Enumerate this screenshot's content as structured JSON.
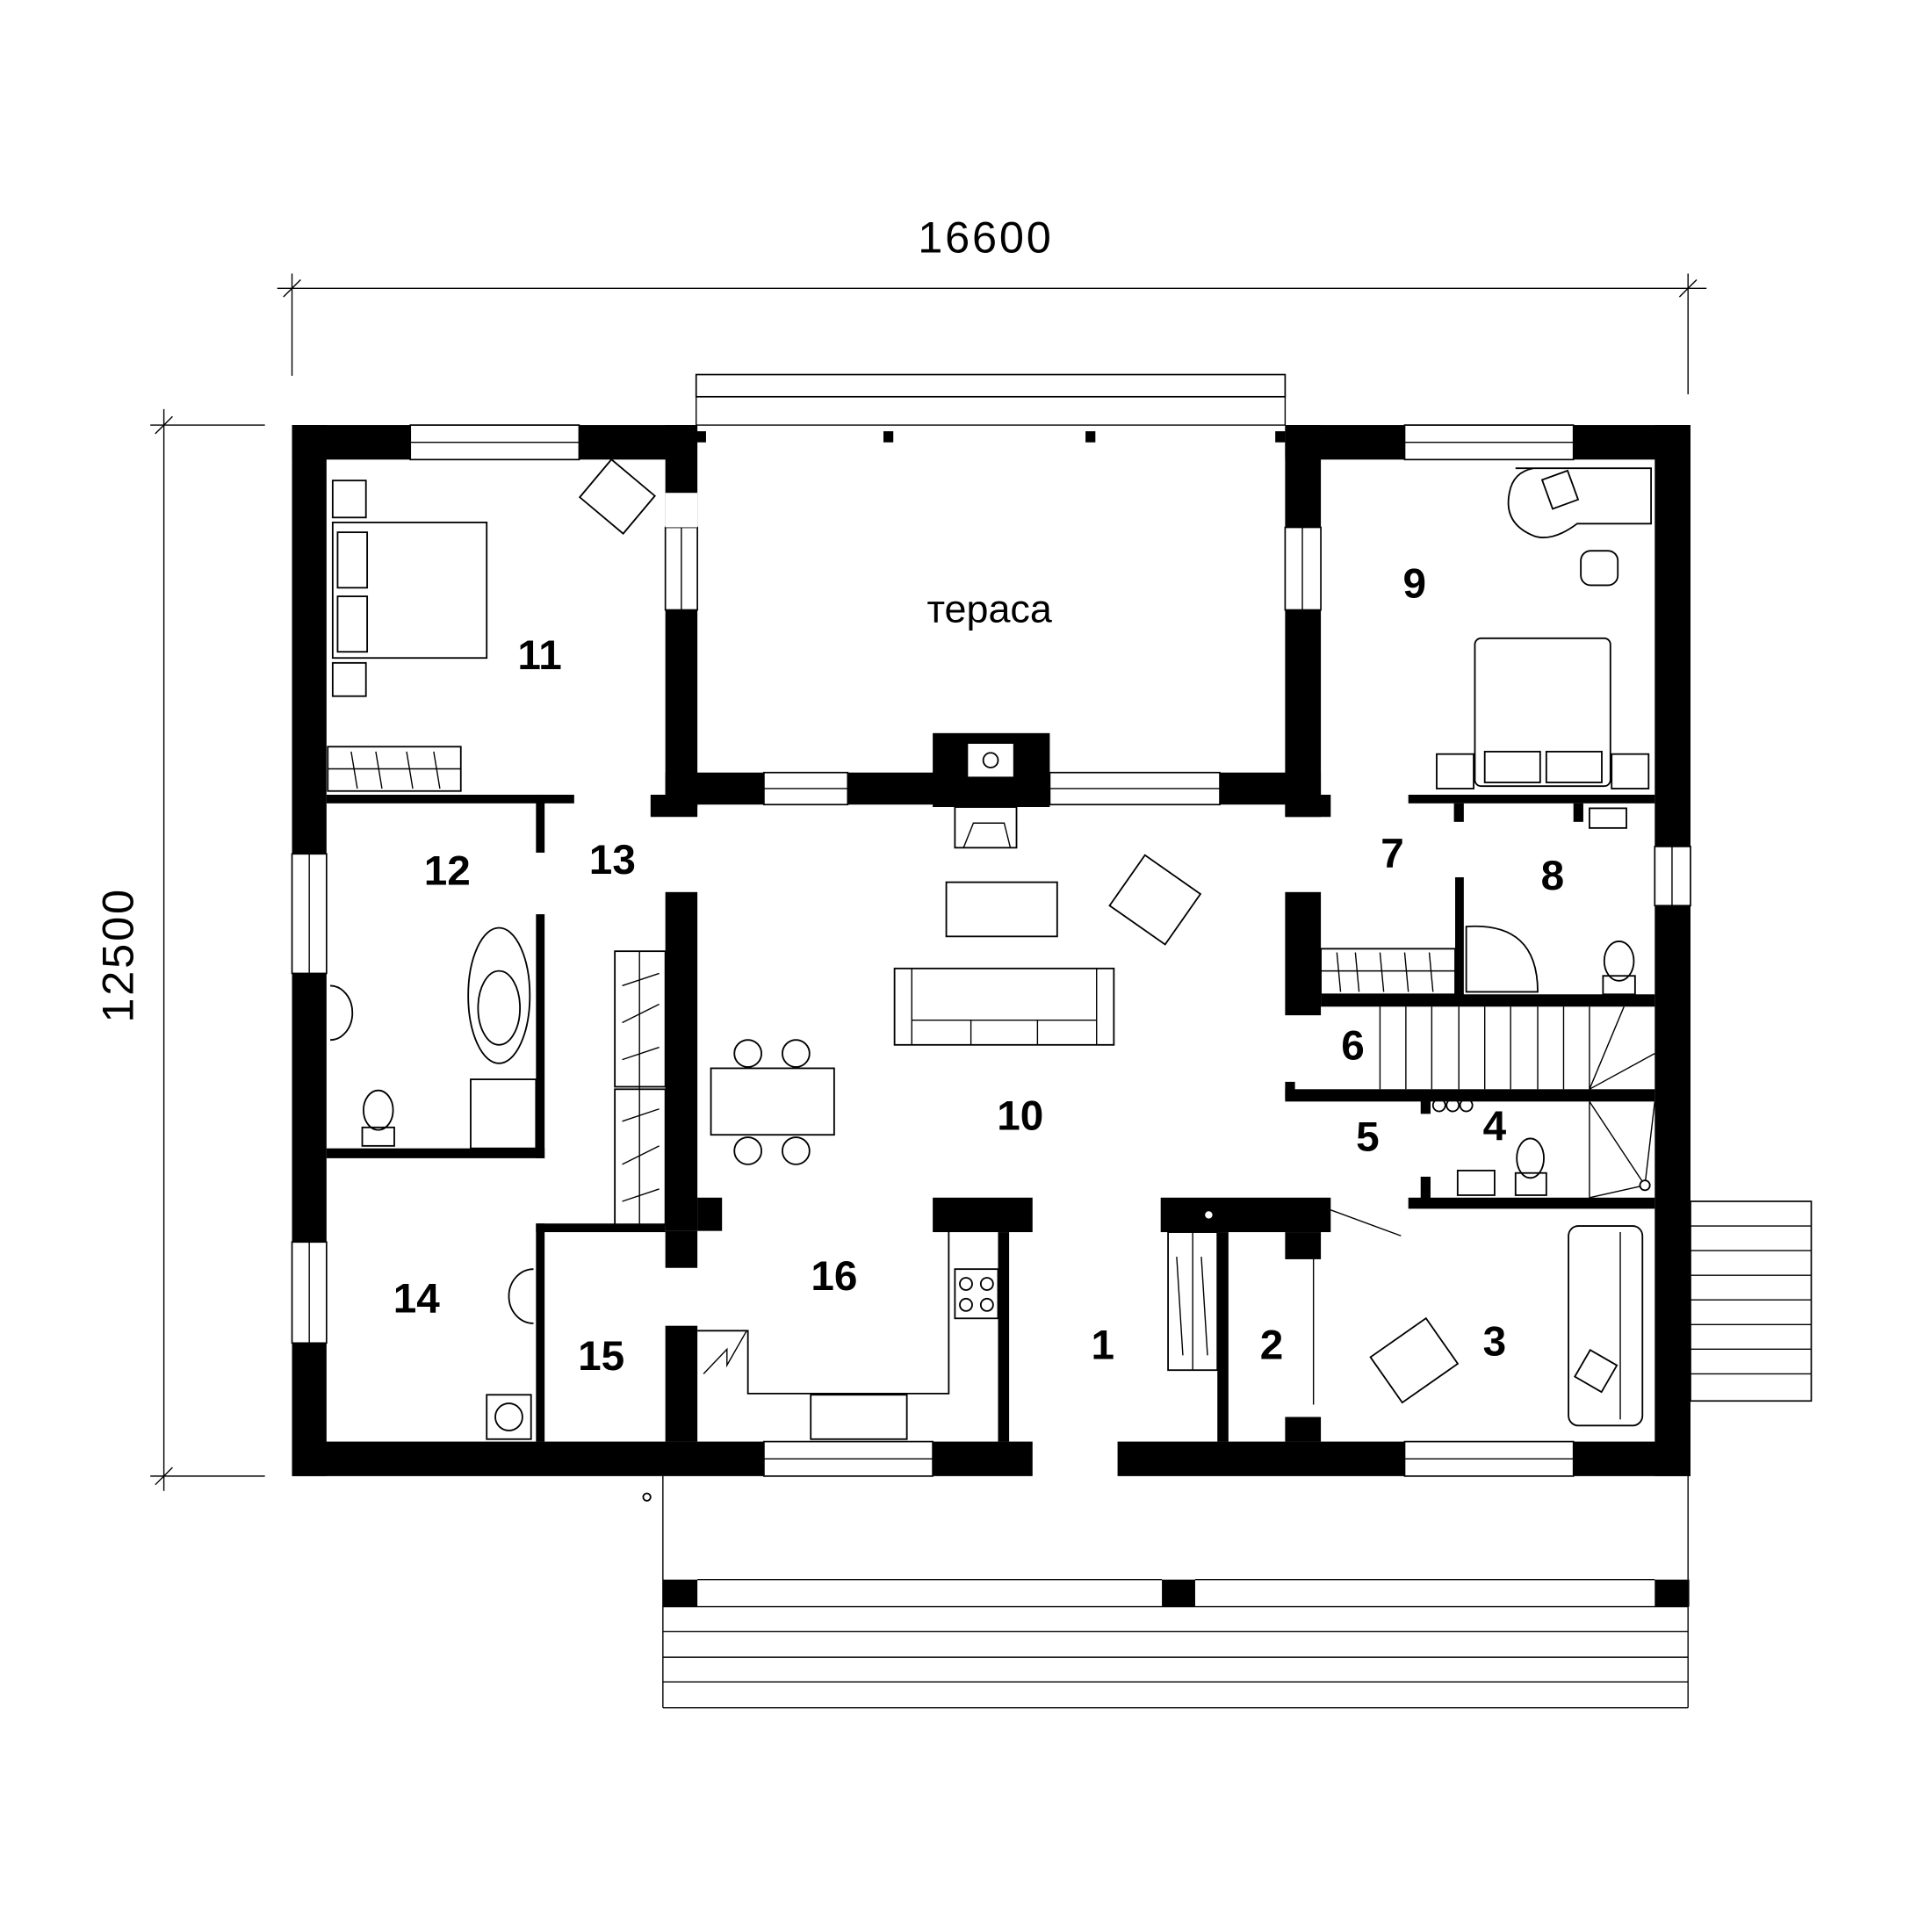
{
  "title": "Floor plan",
  "dimensions": {
    "width_label": "16600",
    "height_label": "12500"
  },
  "terrace_label": "тераса",
  "rooms": [
    {
      "id": "1",
      "label": "1"
    },
    {
      "id": "2",
      "label": "2"
    },
    {
      "id": "3",
      "label": "3"
    },
    {
      "id": "4",
      "label": "4"
    },
    {
      "id": "5",
      "label": "5"
    },
    {
      "id": "6",
      "label": "6"
    },
    {
      "id": "7",
      "label": "7"
    },
    {
      "id": "8",
      "label": "8"
    },
    {
      "id": "9",
      "label": "9"
    },
    {
      "id": "10",
      "label": "10"
    },
    {
      "id": "11",
      "label": "11"
    },
    {
      "id": "12",
      "label": "12"
    },
    {
      "id": "13",
      "label": "13"
    },
    {
      "id": "14",
      "label": "14"
    },
    {
      "id": "15",
      "label": "15"
    },
    {
      "id": "16",
      "label": "16"
    }
  ],
  "colors": {
    "wall": "#000000",
    "background": "#ffffff"
  }
}
